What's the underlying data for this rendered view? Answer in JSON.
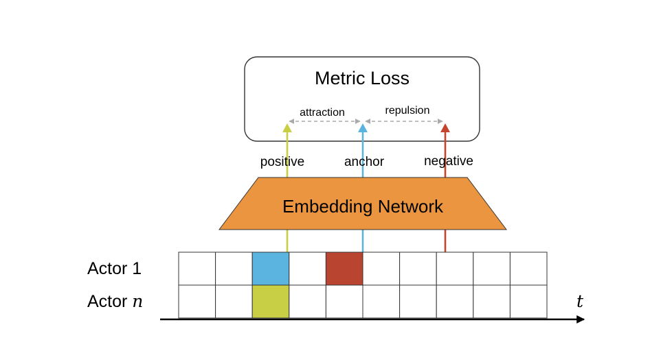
{
  "metric_loss": {
    "title": "Metric Loss"
  },
  "relations": {
    "attraction": "attraction",
    "repulsion": "repulsion"
  },
  "roles": {
    "positive": "positive",
    "anchor": "anchor",
    "negative": "negative"
  },
  "embedding": {
    "label": "Embedding Network"
  },
  "actors": {
    "row1": {
      "prefix": "Actor ",
      "suffix": "1"
    },
    "row2": {
      "prefix": "Actor ",
      "suffix": "n"
    }
  },
  "time_axis": {
    "label": "t"
  },
  "grid": {
    "columns": 10,
    "rows": 2
  },
  "highlighted_cells": [
    {
      "row": 0,
      "col": 2,
      "role": "anchor",
      "color": "#5ab4df"
    },
    {
      "row": 0,
      "col": 4,
      "role": "negative",
      "color": "#b94530"
    },
    {
      "row": 1,
      "col": 2,
      "role": "positive",
      "color": "#c8cf45"
    }
  ],
  "colors": {
    "positive": "#c8cf45",
    "anchor": "#5ab4df",
    "negative": "#c4452e",
    "embedding_fill": "#ec9540",
    "dashed": "#a9a9a9"
  }
}
